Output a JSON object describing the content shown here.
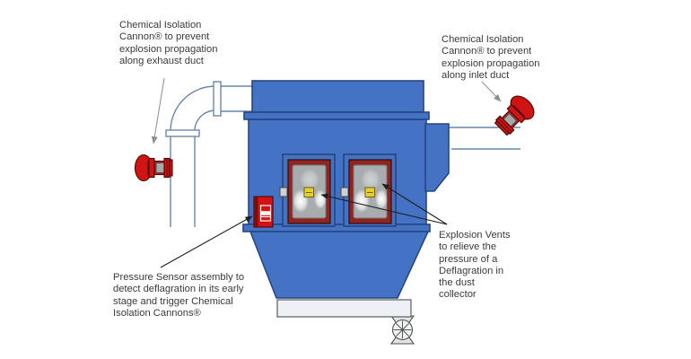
{
  "annotations": {
    "exhaust_cannon": {
      "lines": [
        "Chemical Isolation",
        "Cannon® to prevent",
        "explosion propagation",
        "along exhaust duct"
      ]
    },
    "inlet_cannon": {
      "lines": [
        "Chemical Isolation",
        "Cannon® to prevent",
        "explosion propagation",
        "along inlet duct"
      ]
    },
    "pressure_sensor": {
      "lines": [
        "Pressure Sensor assembly to",
        "detect deflagration in its early",
        "stage and trigger Chemical",
        "Isolation Cannons®"
      ]
    },
    "explosion_vents": {
      "lines": [
        "Explosion Vents",
        "to relieve the",
        "pressure of a",
        "Deflagration in",
        "the dust",
        "collector"
      ]
    }
  },
  "colors": {
    "collector_blue": "#4472c4",
    "collector_outline": "#27477f",
    "duct_stroke": "#6b85ad",
    "vent_frame_maroon": "#8f2420",
    "vent_panel_gray": "#a8acae",
    "vent_label_yellow": "#e6cf33",
    "cannon_red": "#cf1413",
    "sensor_red": "#d41214",
    "sensor_dark_red": "#7e0c0a",
    "cannon_window_gray": "#a9a9a9",
    "discharge_gray": "#edf0f4",
    "valve_gray": "#e3e3e3",
    "leader_black": "#1f1f1f",
    "leader_gray": "#8f8f8f",
    "text": "#3b3b3b",
    "background": "#ffffff"
  }
}
